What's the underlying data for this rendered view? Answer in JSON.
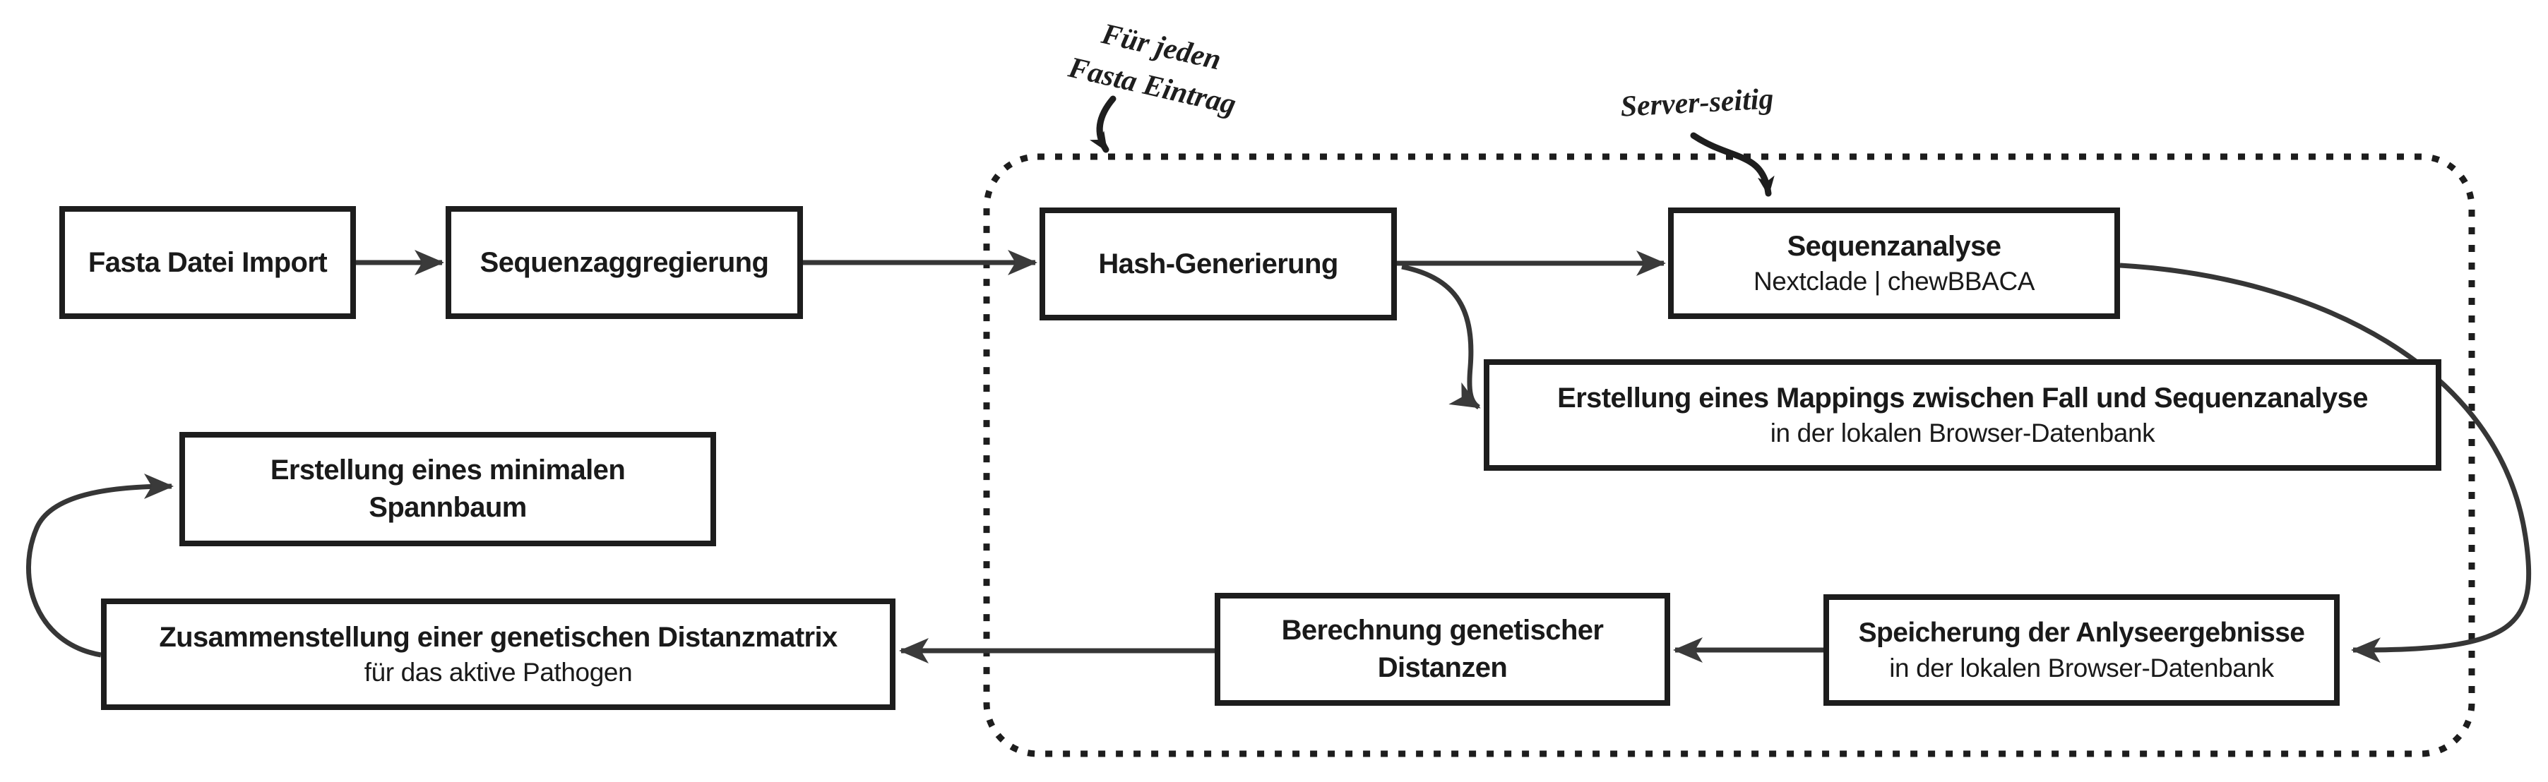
{
  "colors": {
    "background": "#ffffff",
    "box_border": "#1d1d1d",
    "connector": "#363636",
    "arrowhead": "#3a3a3a",
    "text": "#1a1a1a"
  },
  "annotations": {
    "fasta_entry": {
      "line1": "Für jeden",
      "line2": "Fasta Eintrag"
    },
    "server_side": {
      "label": "Server-seitig"
    }
  },
  "nodes": {
    "fasta_import": {
      "title": "Fasta Datei Import"
    },
    "seq_aggregation": {
      "title": "Sequenzaggregierung"
    },
    "hash_generation": {
      "title": "Hash-Generierung"
    },
    "seq_analysis": {
      "title": "Sequenzanalyse",
      "subtitle": "Nextclade | chewBBACA"
    },
    "mapping": {
      "title": "Erstellung eines Mappings zwischen Fall und Sequenzanalyse",
      "subtitle": "in der lokalen Browser-Datenbank"
    },
    "storage": {
      "title": "Speicherung der Anlyseergebnisse",
      "subtitle": "in der lokalen Browser-Datenbank"
    },
    "distance_calc": {
      "title": "Berechnung genetischer Distanzen"
    },
    "distance_matrix": {
      "title": "Zusammenstellung einer genetischen Distanzmatrix",
      "subtitle": "für das aktive Pathogen"
    },
    "spanning_tree": {
      "title": "Erstellung eines minimalen Spannbaum"
    }
  }
}
